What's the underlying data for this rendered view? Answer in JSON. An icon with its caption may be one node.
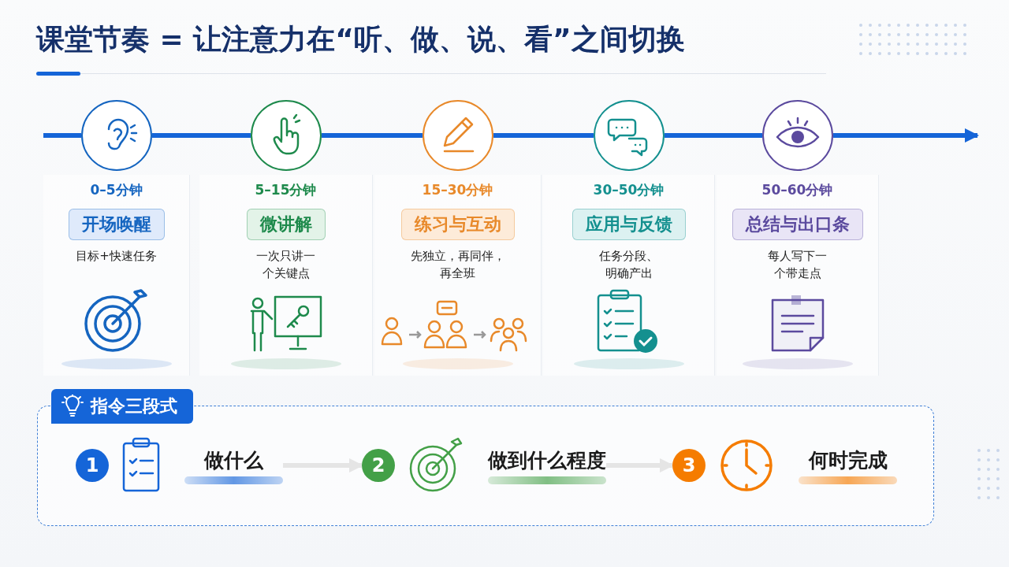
{
  "diagram": {
    "title": "课堂节奏 = 让注意力在“听、做、说、看”之间切换",
    "nodes": [
      {
        "text": [],
        "shape": "circle"
      },
      {
        "text": [],
        "shape": "circle"
      },
      {
        "text": [],
        "shape": "circle"
      },
      {
        "text": [],
        "shape": "circle"
      },
      {
        "text": [],
        "shape": "circle"
      },
      {
        "text": [
          "0–5分钟",
          "开场唤醒",
          "目标+快速任务"
        ]
      },
      {
        "text": [
          "5–15分钟",
          "微讲解",
          "一次只讲一个关键点"
        ]
      },
      {
        "text": [
          "15–30分钟",
          "练习与互动",
          "先独立，再同伴，再全班"
        ]
      },
      {
        "text": [
          "30–50分钟",
          "应用与反馈",
          "任务分段、明确产出"
        ]
      },
      {
        "text": [
          "50–60分钟",
          "总结与出口条",
          "每人写下一个带走点"
        ]
      },
      {
        "text": [
          "指令三段式"
        ]
      },
      {
        "text": [
          "1",
          "做什么"
        ],
        "in": 10
      },
      {
        "text": [
          "2",
          "做到什么程度"
        ],
        "in": 10
      },
      {
        "text": [
          "3",
          "何时完成"
        ],
        "in": 10
      }
    ],
    "edges": [
      {
        "from": null,
        "to": 0,
        "arrow": "none"
      },
      {
        "from": 0,
        "to": 1,
        "arrow": "none"
      },
      {
        "from": 1,
        "to": 2,
        "arrow": "none"
      },
      {
        "from": 2,
        "to": 3,
        "arrow": "none"
      },
      {
        "from": 3,
        "to": 4,
        "arrow": "none"
      },
      {
        "from": 4,
        "to": null,
        "arrow": "to"
      },
      {
        "from": 11,
        "to": 12,
        "arrow": "to",
        "color": "#bdbdbd"
      },
      {
        "from": 12,
        "to": 13,
        "arrow": "to",
        "color": "#bdbdbd"
      }
    ]
  }
}
